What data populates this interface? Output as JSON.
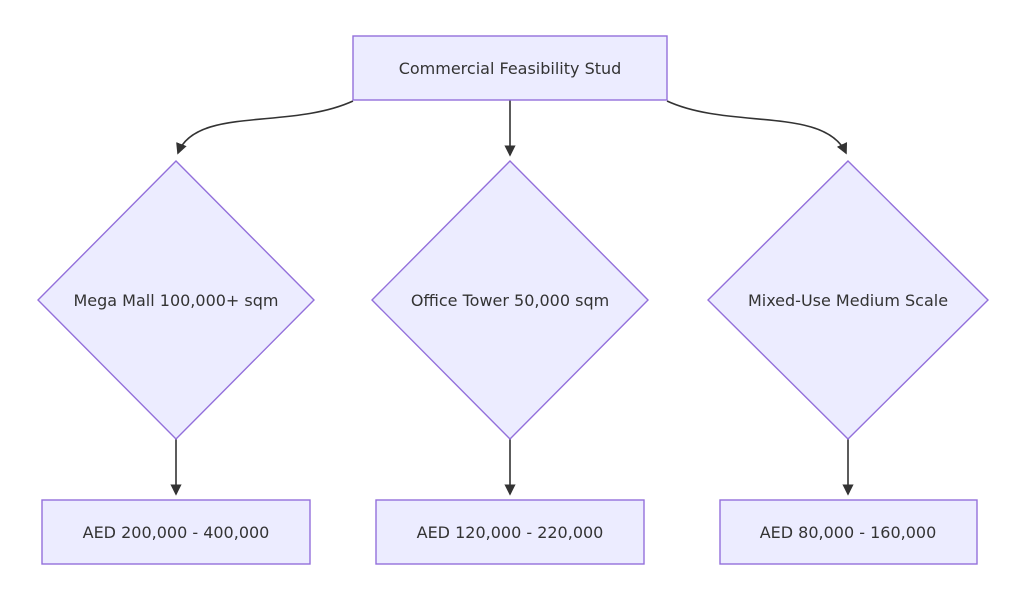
{
  "diagram": {
    "type": "flowchart",
    "root": {
      "label": "Commercial Feasibility Stud"
    },
    "branches": [
      {
        "decision_label": "Mega Mall 100,000+ sqm",
        "result_label": "AED 200,000 - 400,000"
      },
      {
        "decision_label": "Office Tower 50,000 sqm",
        "result_label": "AED 120,000 - 220,000"
      },
      {
        "decision_label": "Mixed-Use Medium Scale",
        "result_label": "AED 80,000 - 160,000"
      }
    ],
    "colors": {
      "node_fill": "#ECECFF",
      "node_border": "#9370DB",
      "edge": "#333333",
      "text": "#333333",
      "background": "#ffffff"
    }
  }
}
